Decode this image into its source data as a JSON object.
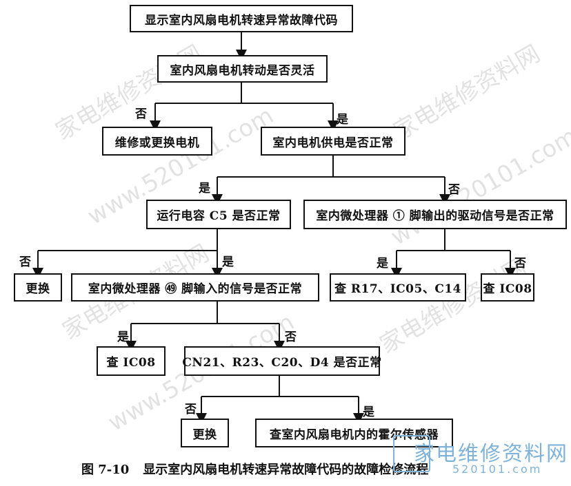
{
  "nodes": {
    "n1": "显示室内风扇电机转速异常故障代码",
    "n2": "室内风扇电机转动是否灵活",
    "n3": "维修或更换电机",
    "n4": "室内电机供电是否正常",
    "n5": "运行电容 C5 是否正常",
    "n6": "室内微处理器 ① 脚输出的驱动信号是否正常",
    "n7": "更换",
    "n8": "室内微处理器 ㊾ 脚输入的信号是否正常",
    "n9": "查 R17、IC05、C14",
    "n10": "查 IC08",
    "n11": "查 IC08",
    "n12": "CN21、R23、C20、D4 是否正常",
    "n13": "更换",
    "n14": "查室内风扇电机内的霍尔传感器"
  },
  "labels": {
    "no": "否",
    "yes": "是"
  },
  "caption": {
    "figure": "图 7-10",
    "text": "显示室内风扇电机转速异常故障代码的故障检修流程"
  },
  "watermark": {
    "cn": "家电维修资料网",
    "url": "www.520101.com",
    "brand": "家电维修资料网",
    "brand_url": "520101.com"
  }
}
